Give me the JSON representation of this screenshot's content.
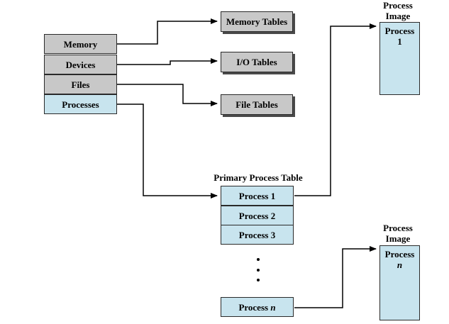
{
  "resource_boxes": {
    "memory": "Memory",
    "devices": "Devices",
    "files": "Files",
    "processes": "Processes"
  },
  "tables": {
    "memory_tables": "Memory Tables",
    "io_tables": "I/O Tables",
    "file_tables": "File Tables"
  },
  "primary_process_table": {
    "title": "Primary Process Table",
    "rows": [
      {
        "prefix": "Process ",
        "index": "1"
      },
      {
        "prefix": "Process ",
        "index": "2"
      },
      {
        "prefix": "Process ",
        "index": "3"
      },
      {
        "prefix": "Process ",
        "index": "n"
      }
    ]
  },
  "process_images": [
    {
      "caption_line1": "Process",
      "caption_line2": "Image",
      "body_line1": "Process",
      "body_line2": "1"
    },
    {
      "caption_line1": "Process",
      "caption_line2": "Image",
      "body_line1": "Process",
      "body_line2": "n"
    }
  ],
  "colors": {
    "gray_fill": "#c8c8c8",
    "blue_fill": "#c8e4ee",
    "line": "#000000"
  }
}
